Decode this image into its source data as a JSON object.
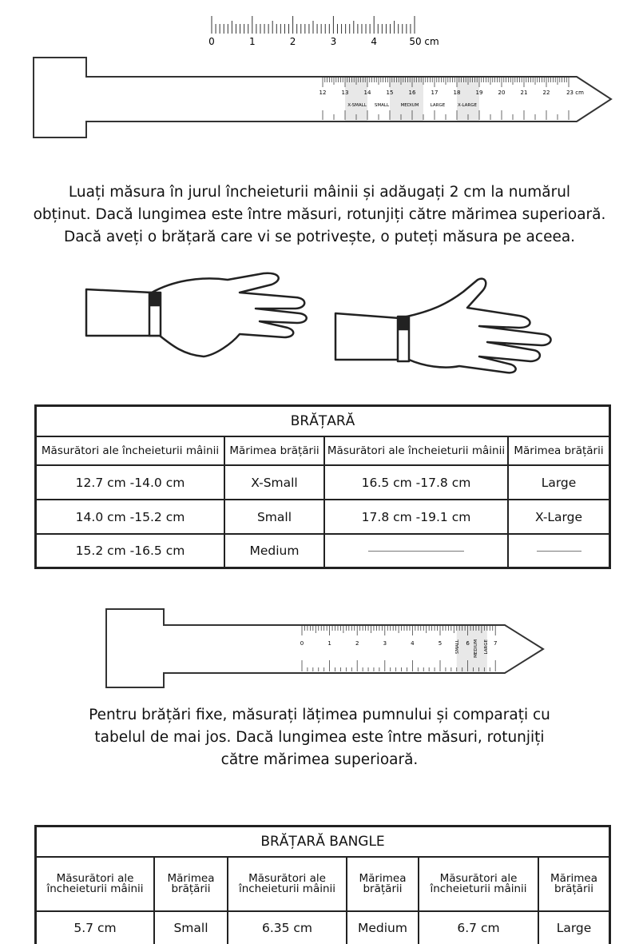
{
  "top_ruler": {
    "labels": [
      "0",
      "1",
      "2",
      "3",
      "4",
      "50 cm"
    ]
  },
  "wrist_strip": {
    "scale_labels": [
      "12",
      "13",
      "14",
      "15",
      "16",
      "17",
      "18",
      "19",
      "20",
      "21",
      "22",
      "23 cm"
    ],
    "size_labels": [
      "X-SMALL",
      "SMALL",
      "MEDIUM",
      "LARGE",
      "X-LARGE"
    ]
  },
  "instructions_1": [
    "Luați măsura în jurul încheieturii mâinii și adăugați 2 cm la numărul",
    "obținut.  Dacă lungimea este între măsuri, rotunjiți către mărimea superioară.",
    "Dacă aveți o brățară care vi se potrivește, o puteți măsura pe aceea."
  ],
  "table_1": {
    "title": "BRĂȚARĂ",
    "headers": [
      "Măsurători ale încheieturii mâinii",
      "Mărimea brățării",
      "Măsurători ale încheieturii mâinii",
      "Mărimea brățării"
    ],
    "rows": [
      [
        "12.7 cm -14.0 cm",
        "X-Small",
        "16.5 cm -17.8 cm",
        "Large"
      ],
      [
        "14.0 cm -15.2 cm",
        "Small",
        "17.8 cm -19.1 cm",
        "X-Large"
      ],
      [
        "15.2 cm -16.5 cm",
        "Medium",
        "",
        ""
      ]
    ]
  },
  "bangle_strip": {
    "scale_labels": [
      "0",
      "1",
      "2",
      "3",
      "4",
      "5",
      "6",
      "7"
    ],
    "size_labels": [
      "SMALL",
      "MEDIUM",
      "LARGE"
    ]
  },
  "instructions_2": [
    "Pentru brățări fixe, măsurați lățimea pumnului și comparați cu",
    "tabelul de mai jos. Dacă lungimea este între măsuri, rotunjiți",
    "către mărimea superioară."
  ],
  "table_2": {
    "title": "BRĂȚARĂ BANGLE",
    "headers": [
      "Măsurători ale încheieturii mâinii",
      "Mărimea brățării",
      "Măsurători ale încheieturii mâinii",
      "Mărimea brățării",
      "Măsurători ale încheieturii mâinii",
      "Mărimea brățării"
    ],
    "row": [
      "5.7 cm",
      "Small",
      "6.35 cm",
      "Medium",
      "6.7 cm",
      "Large"
    ]
  }
}
